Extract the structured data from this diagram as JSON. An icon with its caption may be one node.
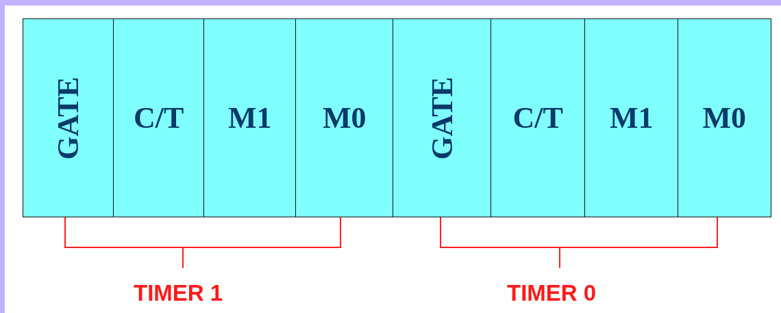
{
  "diagram": {
    "nodes": [
      {
        "text": [
          "GATE"
        ]
      },
      {
        "text": [
          "C/T"
        ]
      },
      {
        "text": [
          "M1"
        ]
      },
      {
        "text": [
          "M0"
        ]
      },
      {
        "text": [
          "GATE"
        ]
      },
      {
        "text": [
          "C/T"
        ]
      },
      {
        "text": [
          "M1"
        ]
      },
      {
        "text": [
          "M0"
        ]
      }
    ],
    "labels": [
      "TIMER 1",
      "TIMER 0"
    ]
  }
}
